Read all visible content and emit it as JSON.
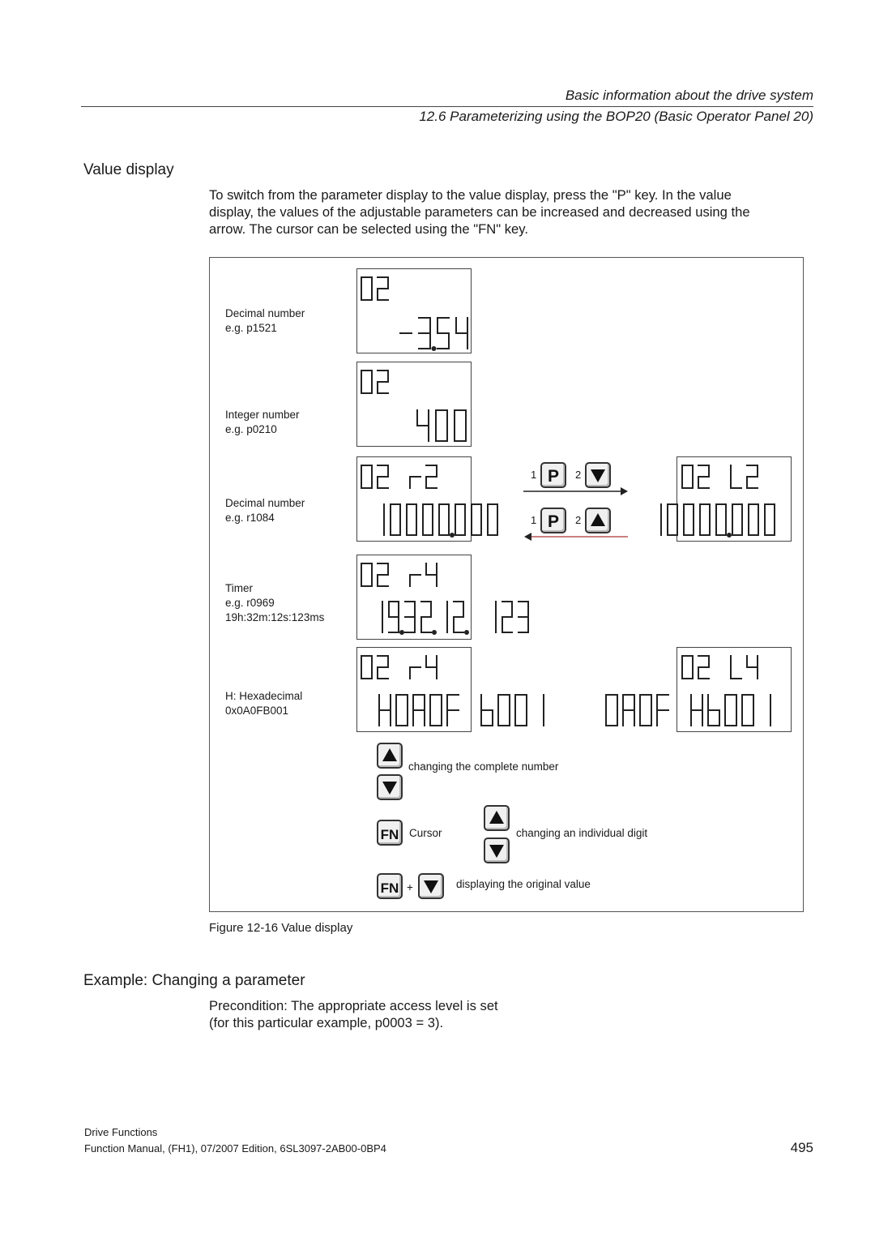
{
  "header": {
    "line1": "Basic information about the drive system",
    "line2": "12.6 Parameterizing using the BOP20 (Basic Operator Panel 20)"
  },
  "section1": {
    "title": "Value display",
    "paragraph": [
      "To switch from the parameter display to the value display, press the \"P\" key. In the value",
      "display, the values of the adjustable parameters can be increased and decreased using the",
      "arrow. The cursor can be selected using the \"FN\" key."
    ]
  },
  "figure": {
    "rows": [
      {
        "label": [
          "Decimal number",
          "e.g. p1521"
        ],
        "top": "02",
        "bottom": "-3.54"
      },
      {
        "label": [
          "Integer number",
          "e.g. p0210"
        ],
        "top": "02",
        "bottom": "400"
      },
      {
        "label": [
          "Decimal number",
          "e.g. r1084"
        ],
        "top": "02 r2",
        "bottom": "10000.000",
        "right_top": "02 L2"
      },
      {
        "label": [
          "Timer",
          "e.g. r0969",
          "19h:32m:12s:123ms"
        ],
        "top": "02 r4",
        "bottom": "19.32.12. 123"
      },
      {
        "label": [
          "H: Hexadecimal",
          "0x0A0FB001"
        ],
        "top": "02 r4",
        "bottom": "H0A0F b001",
        "right_top": "02 L4",
        "right_bottom": "0A0F Hb001"
      }
    ],
    "seq_forward": {
      "step1": "1",
      "key1": "P",
      "step2": "2",
      "arrow": "down"
    },
    "seq_back": {
      "step1": "1",
      "key1": "P",
      "step2": "2",
      "arrow": "up"
    },
    "legend": {
      "complete": "changing the complete number",
      "cursor": "Cursor",
      "digit": "changing an individual digit",
      "plus": "+",
      "original": "displaying the original value",
      "fn_key": "FN"
    },
    "caption": "Figure 12-16  Value display"
  },
  "section2": {
    "title": "Example: Changing a parameter",
    "paragraph": [
      "Precondition: The appropriate access level is set",
      "(for this particular example, p0003 = 3)."
    ]
  },
  "footer": {
    "line1": "Drive Functions",
    "line2": "Function Manual, (FH1), 07/2007 Edition, 6SL3097-2AB00-0BP4",
    "page": "495"
  }
}
